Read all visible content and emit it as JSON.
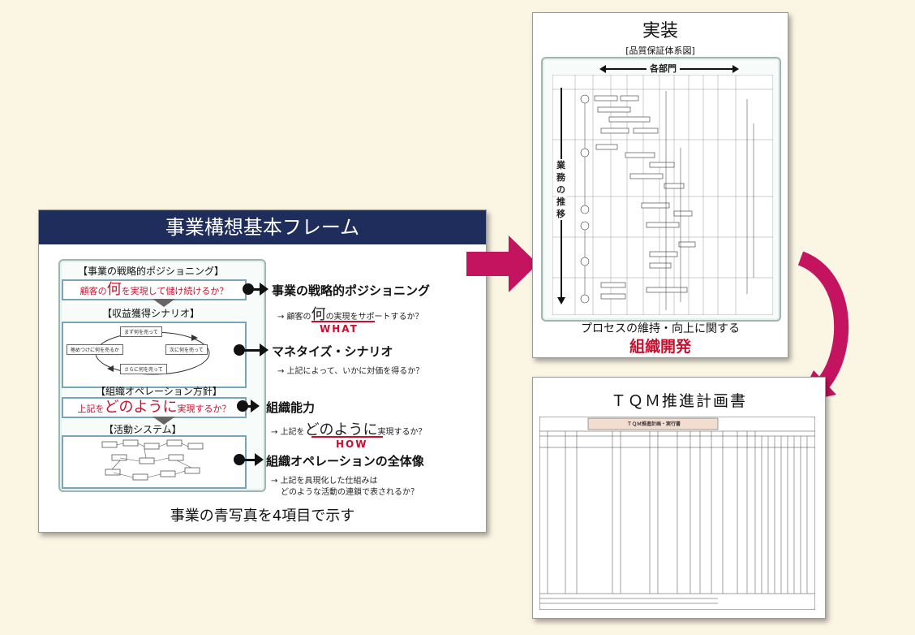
{
  "framework": {
    "title": "事業構想基本フレーム",
    "section1_heading": "【事業の戦略的ポジショニング】",
    "section1_box_pre": "顧客の",
    "section1_box_emph": "何",
    "section1_box_post": "を実現して儲け続けるか？",
    "section2_heading": "【収益獲得シナリオ】",
    "cycle_top": "まず何を売って",
    "cycle_right": "次に何を売って",
    "cycle_bottom": "さらに何を売って",
    "cycle_left": "極めつけに何を売るか",
    "section3_heading": "【組織オペレーション方針】",
    "section3_box_pre": "上記を",
    "section3_box_emph": "どのように",
    "section3_box_post": "実現するか？",
    "section4_heading": "【活動システム】",
    "footer": "事業の青写真を4項目で示す"
  },
  "right_items": [
    {
      "title": "事業の戦略的ポジショニング",
      "sub_pre": "→ 顧客の",
      "sub_emph": "何",
      "sub_post": "の実現をサポートするか？",
      "keyword": "WHAT"
    },
    {
      "title": "マネタイズ・シナリオ",
      "sub": "→ 上記によって、いかに対価を得るか？"
    },
    {
      "title": "組織能力",
      "sub_pre": "→ 上記を",
      "sub_emph": "どのように",
      "sub_post": "実現するか？",
      "keyword": "HOW"
    },
    {
      "title": "組織オペレーションの全体像",
      "sub_line1": "→ 上記を具現化した仕組みは",
      "sub_line2": "どのような活動の連鎖で表されるか？"
    }
  ],
  "impl": {
    "title": "実装",
    "subtitle": "[品質保証体系図]",
    "axis_h": "各部門",
    "axis_v": "業務の推移",
    "caption": "プロセスの維持・向上に関する",
    "caption_emph": "組織開発"
  },
  "tqm": {
    "title": "ＴＱＭ推進計画書",
    "form_title": "ＴＱＭ推進計画・実行書"
  },
  "colors": {
    "navy": "#1f2d5c",
    "magenta": "#c4135f",
    "red": "#c8102e",
    "background": "#fbf5e4"
  }
}
